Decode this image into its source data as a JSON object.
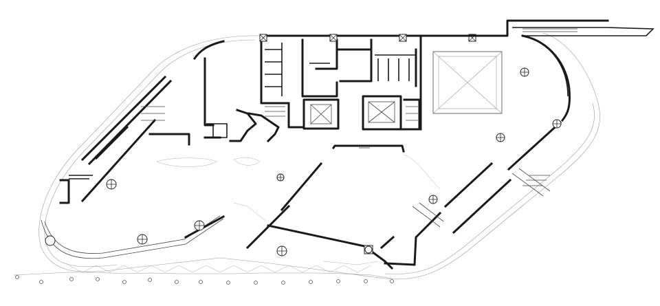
{
  "drawing": {
    "kind": "architectural floor plan",
    "line_color": "#1a1a1a",
    "background": "#ffffff"
  },
  "elements": {
    "structural_columns": 9,
    "perimeter_posts": 15,
    "elevator_cores": 2,
    "stair_cores": 2
  }
}
